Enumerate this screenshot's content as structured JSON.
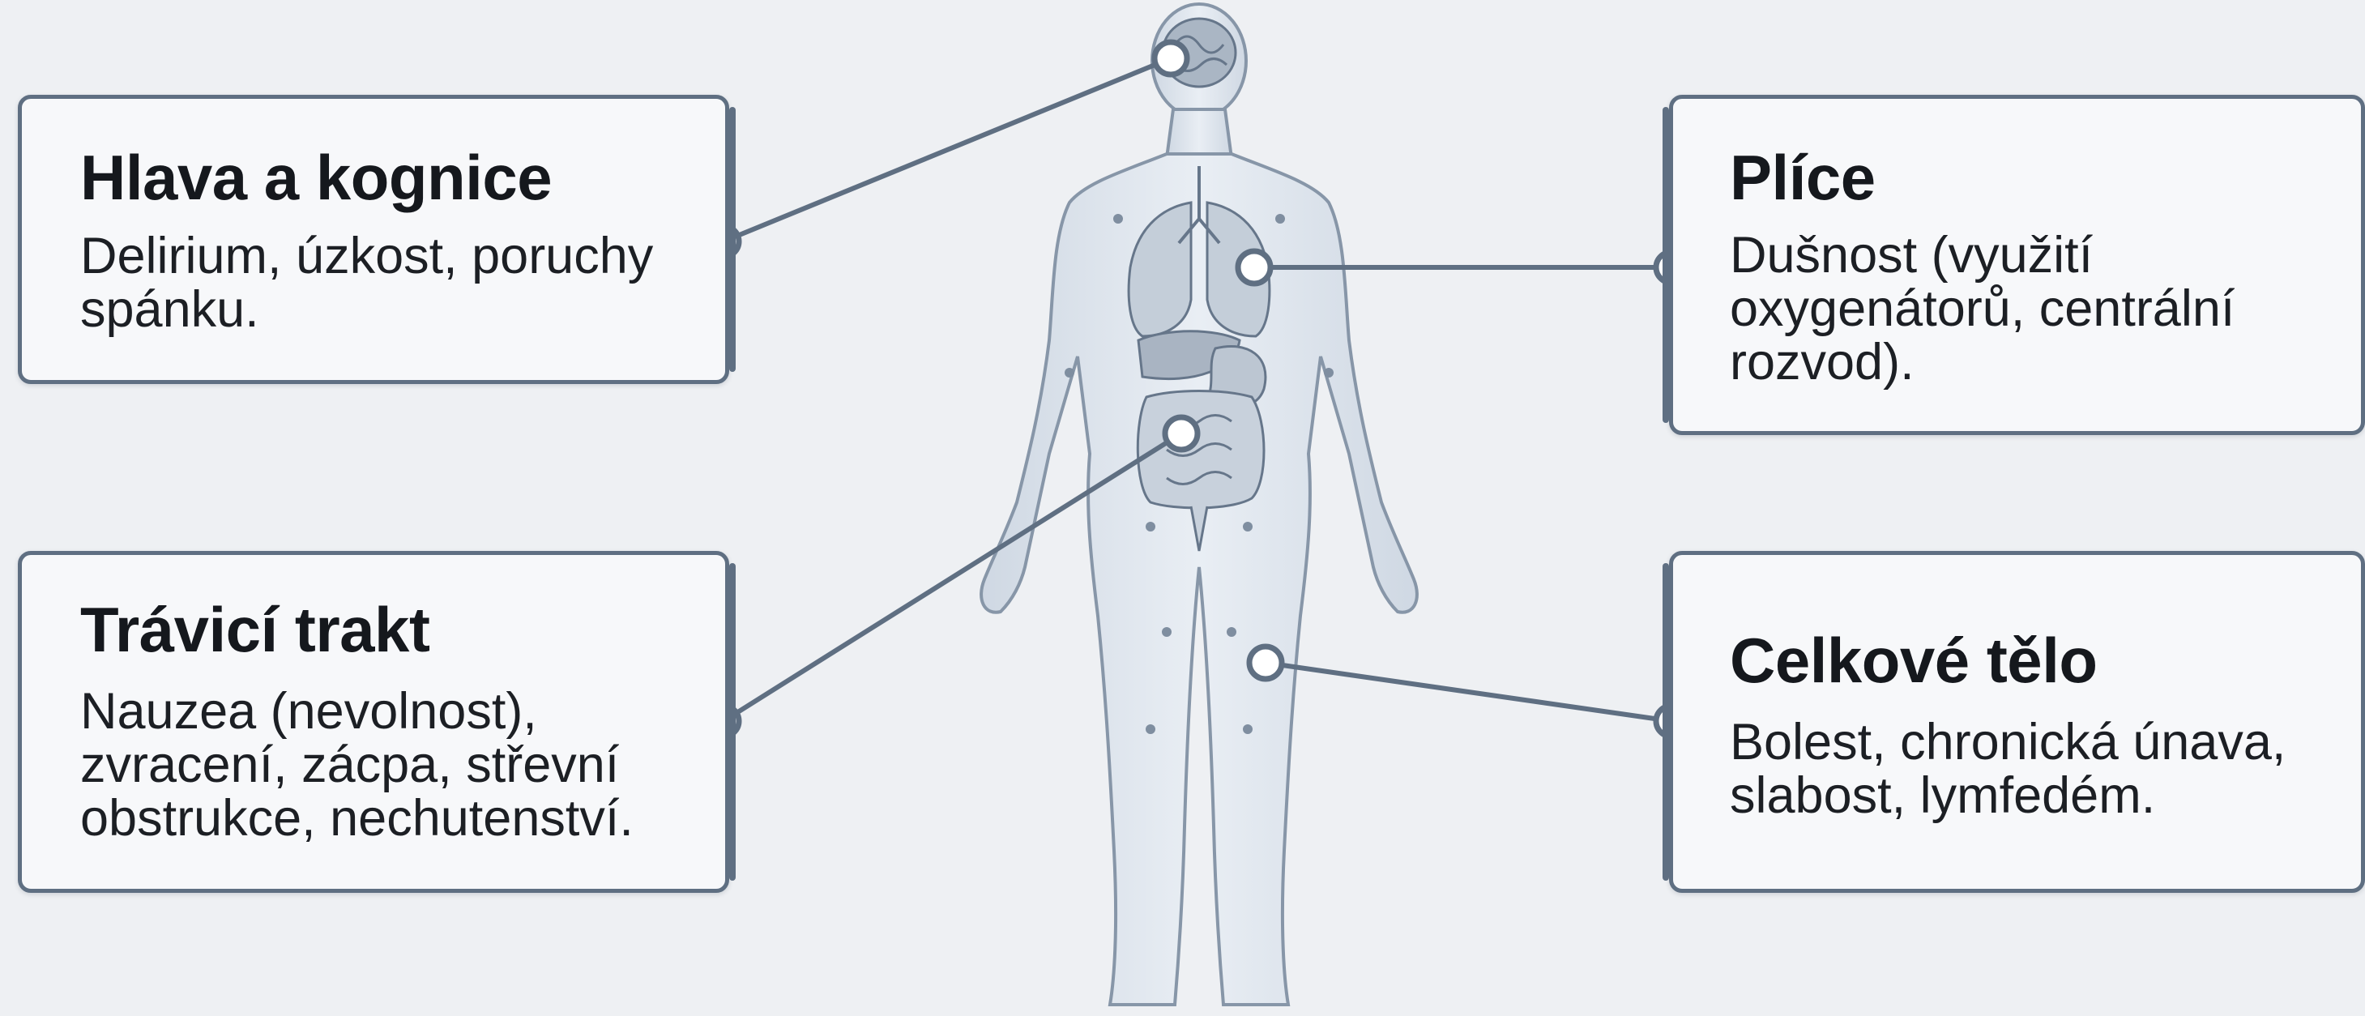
{
  "callouts": {
    "head": {
      "title": "Hlava a kognice",
      "text": "Delirium, úzkost, poruchy spánku."
    },
    "gi": {
      "title": "Trávicí trakt",
      "text": "Nauzea (nevolnost), zvracení, zácpa, střevní obstrukce, nechutenství."
    },
    "lungs": {
      "title": "Plíce",
      "text": "Dušnost (využití oxygenátorů, centrální rozvod)."
    },
    "body": {
      "title": "Celkové tělo",
      "text": "Bolest, chronická únava, slabost, lymfedém."
    }
  },
  "figure": {
    "subject": "human-body-anatomy",
    "accent_color": "#5f6f82",
    "body_color": "#dfe6ee",
    "organ_color": "#aab6c4"
  }
}
